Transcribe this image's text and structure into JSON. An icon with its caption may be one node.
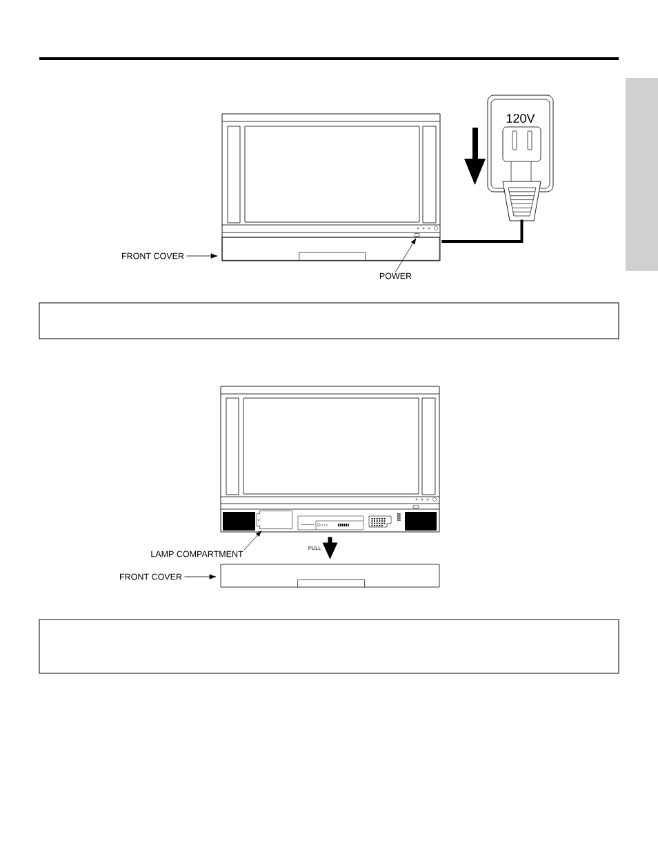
{
  "diagram": {
    "nodes": [
      {
        "text": [],
        "shape": "picture"
      },
      {
        "text": [],
        "shape": "box",
        "in": 0
      },
      {
        "text": [],
        "shape": "box",
        "in": 0
      },
      {
        "text": [
          "120V"
        ]
      },
      {
        "text": [],
        "shape": "picture"
      },
      {
        "text": [],
        "shape": "bar"
      },
      {
        "text": [
          "FRONT COVER"
        ]
      },
      {
        "text": [
          "POWER"
        ]
      },
      {
        "text": [],
        "shape": "box"
      },
      {
        "text": [],
        "shape": "picture"
      },
      {
        "text": [],
        "shape": "box",
        "in": 9
      },
      {
        "text": [
          "LAMP COMPARTMENT"
        ]
      },
      {
        "text": [
          "FRONT COVER"
        ]
      },
      {
        "text": [],
        "shape": "box"
      },
      {
        "text": [],
        "shape": "box"
      }
    ],
    "edges": [
      {
        "from": 6,
        "to": 1,
        "arrow": "to"
      },
      {
        "from": 7,
        "to": 2,
        "arrow": "to"
      },
      {
        "from": 4,
        "to": 0,
        "arrow": "none",
        "style": "thick"
      },
      {
        "from": 11,
        "to": 10,
        "arrow": "to"
      },
      {
        "from": 12,
        "to": 13,
        "arrow": "to"
      },
      {
        "from": 9,
        "to": 13,
        "arrow": "to",
        "style": "thick",
        "label": "PULL"
      }
    ]
  }
}
